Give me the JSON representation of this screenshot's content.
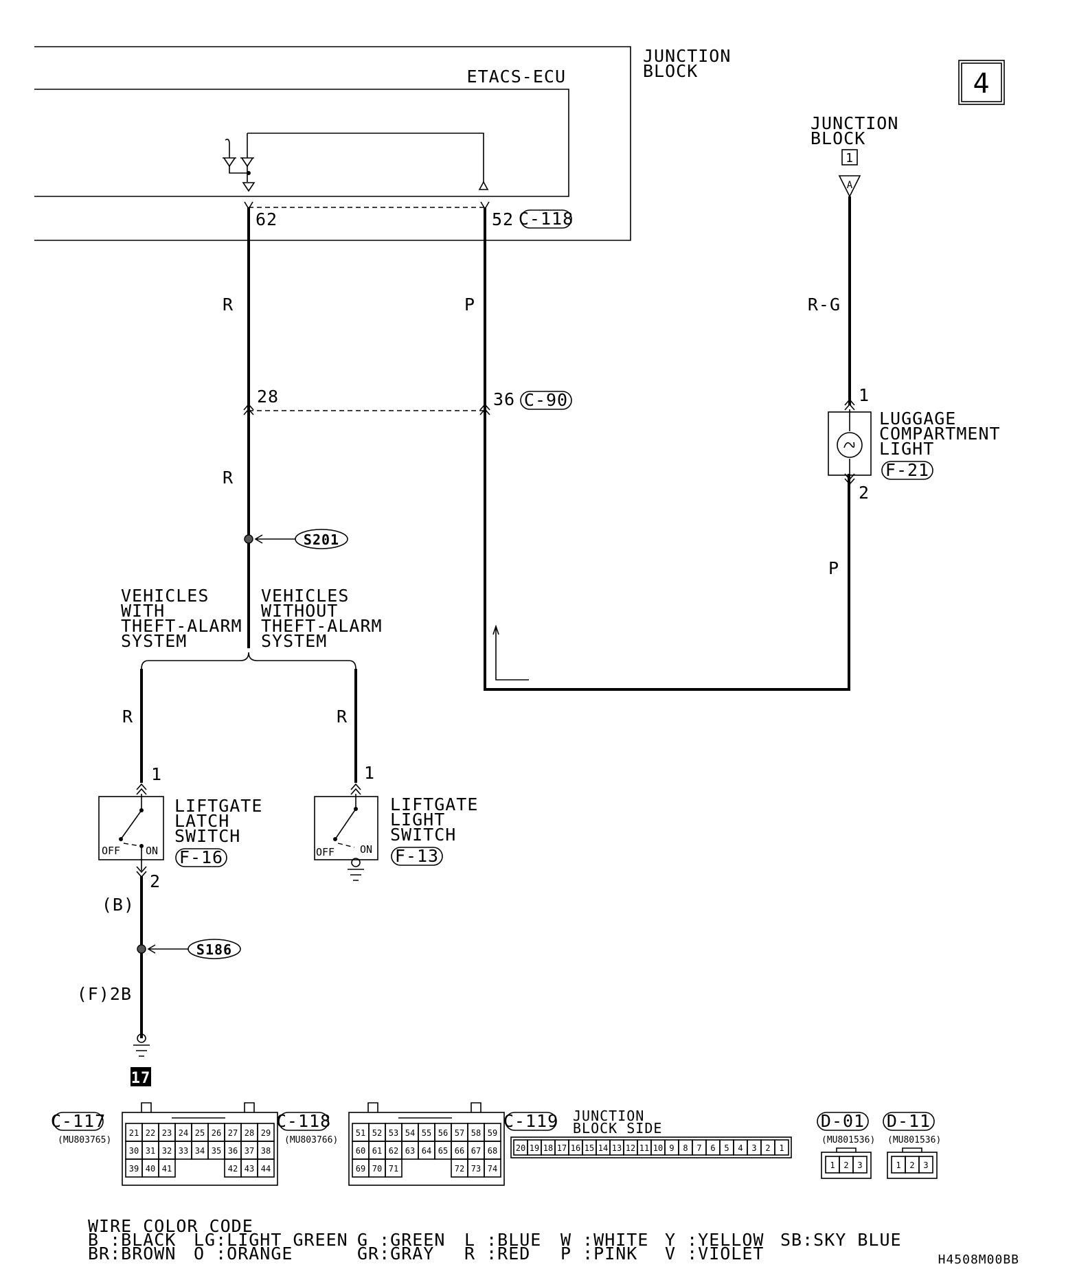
{
  "page_number": "4",
  "junction_block_label": [
    "JUNCTION",
    "BLOCK"
  ],
  "etacs_label": "ETACS-ECU",
  "upper_connector": {
    "pin_left": "62",
    "pin_right": "52",
    "id": "C-118"
  },
  "mid_connector": {
    "pin_left": "28",
    "pin_right": "36",
    "id": "C-90"
  },
  "right_junction_block": {
    "label": [
      "JUNCTION",
      "BLOCK"
    ],
    "box_num": "1",
    "terminal": "A"
  },
  "wires": {
    "left_upper": "R",
    "mid_upper": "P",
    "right_upper": "R-G",
    "left_mid": "R",
    "right_lower": "P",
    "latch": "R",
    "light": "R",
    "ground_b": "(B)",
    "ground_f": "(F)2B"
  },
  "luggage_light": {
    "label": [
      "LUGGAGE",
      "COMPARTMENT",
      "LIGHT"
    ],
    "id": "F-21",
    "pin_top": "1",
    "pin_bottom": "2"
  },
  "splice_s201": "S201",
  "splice_s186": "S186",
  "with_label": [
    "VEHICLES",
    "WITH",
    "THEFT-ALARM",
    "SYSTEM"
  ],
  "without_label": [
    "VEHICLES",
    "WITHOUT",
    "THEFT-ALARM",
    "SYSTEM"
  ],
  "latch_switch": {
    "label": [
      "LIFTGATE",
      "LATCH",
      "SWITCH"
    ],
    "id": "F-16",
    "off": "OFF",
    "on": "ON",
    "pin_top": "1",
    "pin_bottom": "2"
  },
  "light_switch": {
    "label": [
      "LIFTGATE",
      "LIGHT",
      "SWITCH"
    ],
    "id": "F-13",
    "off": "OFF",
    "on": "ON",
    "pin_top": "1"
  },
  "ground_num": "17",
  "connectors": {
    "c117": {
      "id": "C-117",
      "part": "(MU803765)",
      "rows": [
        [
          "21",
          "22",
          "23",
          "24",
          "25",
          "26",
          "27",
          "28",
          "29"
        ],
        [
          "30",
          "31",
          "32",
          "33",
          "34",
          "35",
          "36",
          "37",
          "38"
        ],
        [
          "39",
          "40",
          "41",
          "",
          "",
          "",
          "42",
          "43",
          "44"
        ]
      ]
    },
    "c118": {
      "id": "C-118",
      "part": "(MU803766)",
      "rows": [
        [
          "51",
          "52",
          "53",
          "54",
          "55",
          "56",
          "57",
          "58",
          "59"
        ],
        [
          "60",
          "61",
          "62",
          "63",
          "64",
          "65",
          "66",
          "67",
          "68"
        ],
        [
          "69",
          "70",
          "71",
          "",
          "",
          "",
          "72",
          "73",
          "74"
        ]
      ]
    },
    "c119": {
      "id": "C-119",
      "label": [
        "JUNCTION",
        "BLOCK SIDE"
      ],
      "pins": [
        "20",
        "19",
        "18",
        "17",
        "16",
        "15",
        "14",
        "13",
        "12",
        "11",
        "10",
        "9",
        "8",
        "7",
        "6",
        "5",
        "4",
        "3",
        "2",
        "1"
      ]
    },
    "d01": {
      "id": "D-01",
      "part": "(MU801536)",
      "pins": [
        "1",
        "2",
        "3"
      ]
    },
    "d11": {
      "id": "D-11",
      "part": "(MU801536)",
      "pins": [
        "1",
        "2",
        "3"
      ]
    }
  },
  "wire_color_code": {
    "title": "WIRE COLOR CODE",
    "row1": [
      "B :BLACK",
      "LG:LIGHT GREEN",
      "G :GREEN",
      "L :BLUE",
      "W :WHITE",
      "Y :YELLOW",
      "SB:SKY BLUE"
    ],
    "row2": [
      "BR:BROWN",
      "O :ORANGE",
      "GR:GRAY",
      "R :RED",
      "P :PINK",
      "V :VIOLET"
    ]
  },
  "figure_code": "H4508M00BB"
}
